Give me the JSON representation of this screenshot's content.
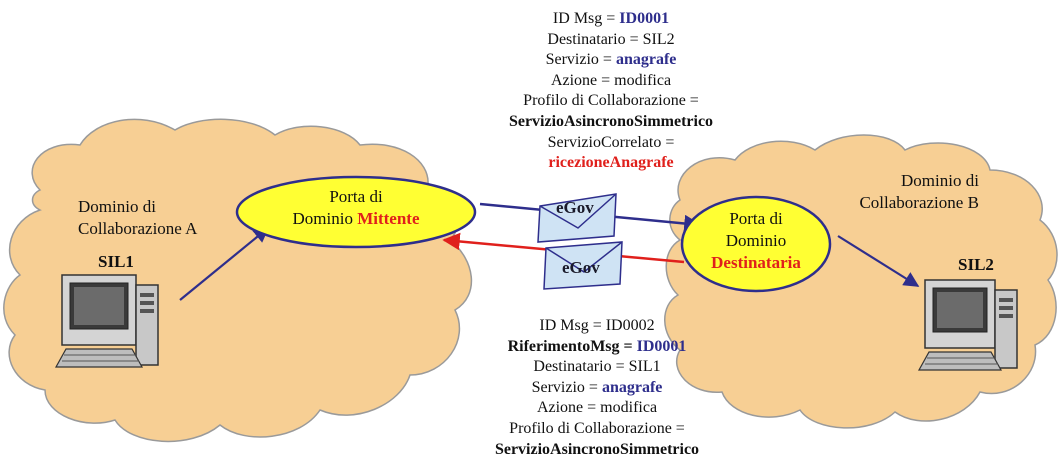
{
  "domains": {
    "a": {
      "line1": "Dominio di",
      "line2": "Collaborazione A",
      "sil": "SIL1"
    },
    "b": {
      "line1": "Dominio di",
      "line2": "Collaborazione B",
      "sil": "SIL2"
    }
  },
  "porta_mittente": {
    "line1": "Porta di",
    "line2_prefix": "Dominio ",
    "line2_highlight": "Mittente"
  },
  "porta_destinataria": {
    "line1": "Porta di",
    "line2": "Dominio",
    "line3": "Destinataria"
  },
  "envelope_label": "eGov",
  "request": {
    "id_label": "ID Msg = ",
    "id_value": "ID0001",
    "destinatario": "Destinatario = SIL2",
    "servizio_label": "Servizio = ",
    "servizio_value": "anagrafe",
    "azione": "Azione = modifica",
    "profilo_label": "Profilo di Collaborazione =",
    "profilo_value": "ServizioAsincronoSimmetrico",
    "correlato_label": "ServizioCorrelato =",
    "correlato_value": "ricezioneAnagrafe"
  },
  "response": {
    "id": "ID Msg = ID0002",
    "rif_label": "RiferimentoMsg = ",
    "rif_value": "ID0001",
    "destinatario": "Destinatario = SIL1",
    "servizio_label": "Servizio = ",
    "servizio_value": "anagrafe",
    "azione": "Azione = modifica",
    "profilo_label": "Profilo di Collaborazione =",
    "profilo_value": "ServizioAsincronoSimmetrico"
  },
  "colors": {
    "cloud_fill": "#f7cf94",
    "cloud_stroke": "#9a9a9a",
    "ellipse_fill": "#ffff33",
    "ellipse_stroke": "#2e2e8c",
    "arrow_blue": "#2e2e8c",
    "arrow_red": "#e0201c",
    "envelope_fill": "#cfe3f4"
  }
}
